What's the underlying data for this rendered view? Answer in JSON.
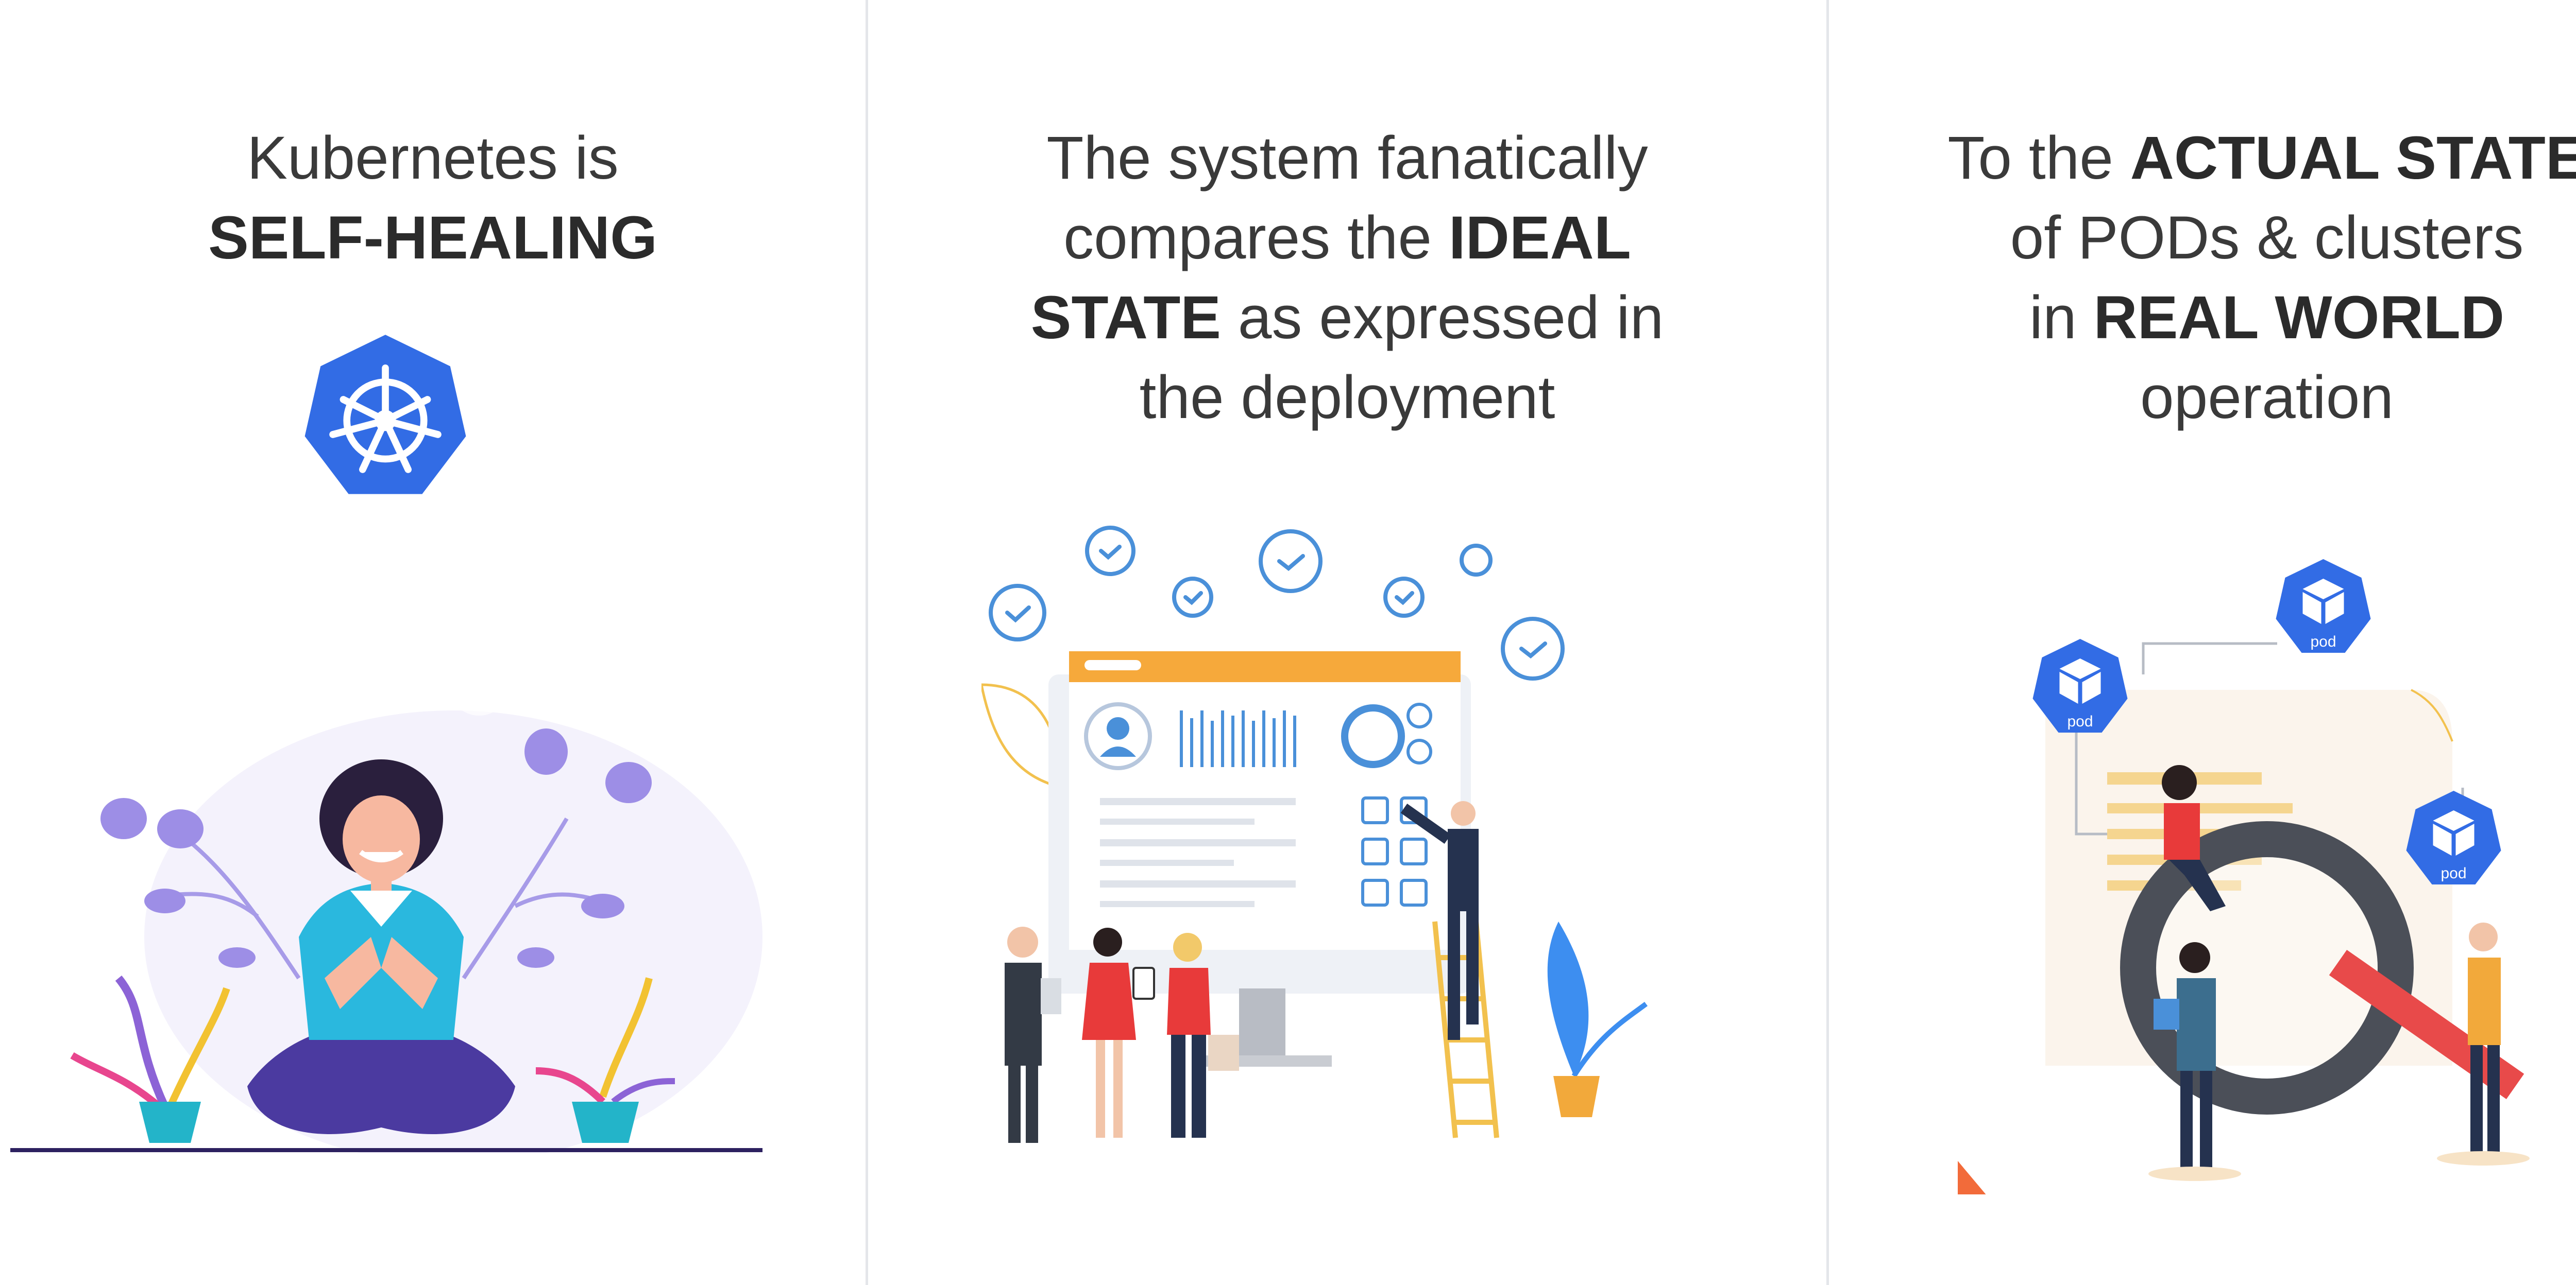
{
  "panels": [
    {
      "heading": [
        {
          "text": "Kubernetes is",
          "bold": false,
          "br": true
        },
        {
          "text": "SELF-HEALING",
          "bold": true,
          "br": false
        }
      ]
    },
    {
      "heading": [
        {
          "text": "The system fanatically",
          "bold": false,
          "br": true
        },
        {
          "text": "compares the ",
          "bold": false,
          "br": false
        },
        {
          "text": "IDEAL",
          "bold": true,
          "br": true
        },
        {
          "text": "STATE",
          "bold": true,
          "br": false
        },
        {
          "text": " as expressed in",
          "bold": false,
          "br": true
        },
        {
          "text": "the deployment",
          "bold": false,
          "br": false
        }
      ]
    },
    {
      "heading": [
        {
          "text": "To the ",
          "bold": false,
          "br": false
        },
        {
          "text": "ACTUAL STATE",
          "bold": true,
          "br": true
        },
        {
          "text": "of PODs & clusters",
          "bold": false,
          "br": true
        },
        {
          "text": "in ",
          "bold": false,
          "br": false
        },
        {
          "text": "REAL WORLD",
          "bold": true,
          "br": true
        },
        {
          "text": "operation",
          "bold": false,
          "br": false
        }
      ],
      "pods": [
        {
          "label": "pod"
        },
        {
          "label": "pod"
        },
        {
          "label": "pod"
        }
      ]
    }
  ],
  "colors": {
    "kubernetes_blue": "#326ce5",
    "divider": "#e4e6ea",
    "heading_text": "#3a3a3a"
  },
  "icons": [
    "kubernetes-helm-icon",
    "checkmark-circle-icon",
    "pod-cube-icon",
    "magnifier-icon",
    "pencil-icon"
  ]
}
